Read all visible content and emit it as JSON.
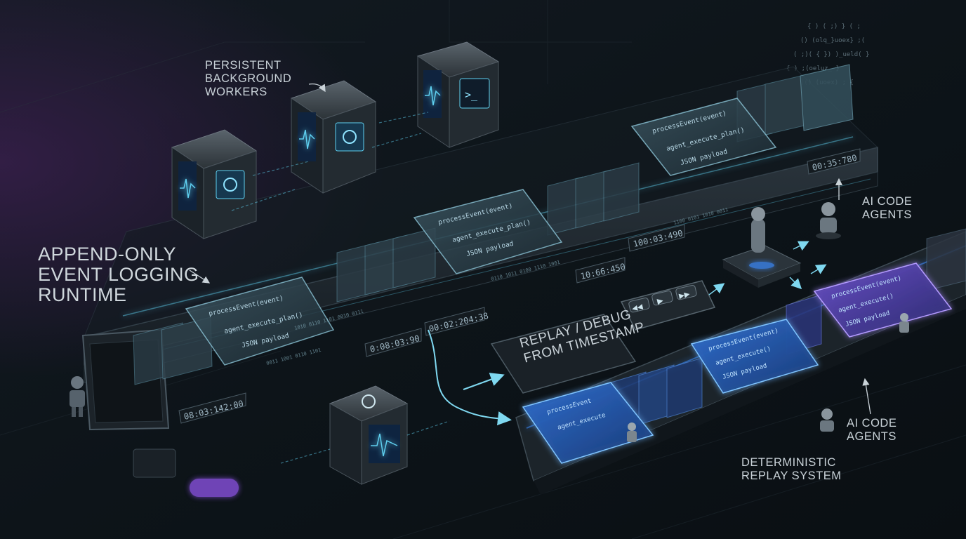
{
  "labels": {
    "workers": [
      "PERSISTENT",
      "BACKGROUND",
      "WORKERS"
    ],
    "runtime": [
      "APPEND-ONLY",
      "EVENT LOGGING",
      "RUNTIME"
    ],
    "agents_top": [
      "AI CODE",
      "AGENTS"
    ],
    "agents_bottom": [
      "AI CODE",
      "AGENTS"
    ],
    "replay_debug": [
      "REPLAY / DEBUG",
      "FROM TIMESTAMP"
    ],
    "replay_system": [
      "DETERMINISTIC",
      "REPLAY SYSTEM"
    ]
  },
  "timestamps": [
    "08:03:142:00",
    "0:08:03:90",
    "00:02:204:38",
    "10:66:450",
    "100:03:490",
    "00:35:780"
  ],
  "event_cards": [
    [
      "processEvent(event)",
      "agent_execute_plan()",
      "JSON payload"
    ],
    [
      "processEvent(event)",
      "agent_execute_plan()",
      "JSON payload"
    ],
    [
      "processEvent(event)",
      "agent_execute_plan()",
      "JSON payload"
    ]
  ],
  "replay_cards": [
    [
      "processEvent",
      "agent_execute"
    ],
    [
      "processEvent(event)",
      "agent_execute()",
      "JSON payload"
    ],
    [
      "processEvent(event)",
      "agent_execute()",
      "JSON payload"
    ]
  ],
  "icons": [
    "gear-icon",
    "waveform-icon",
    "terminal-icon",
    "robot-icon",
    "rewind-icon",
    "play-icon",
    "fast-forward-icon"
  ],
  "colors": {
    "background": "#0b1116",
    "accent_cyan": "#5fd0f0",
    "accent_blue": "#3a8cff",
    "accent_purple": "#9a6cff"
  }
}
